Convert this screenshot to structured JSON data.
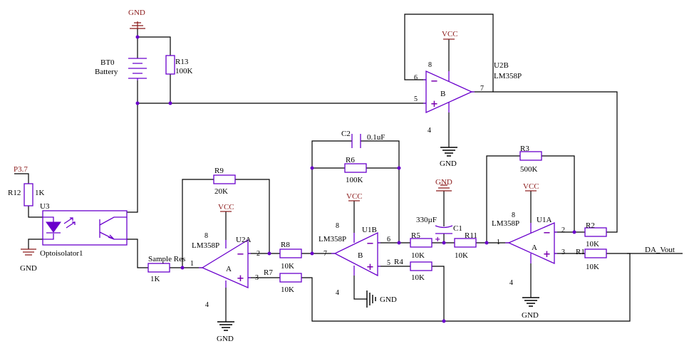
{
  "title": "",
  "colors": {
    "wire": "#000000",
    "component": "#6a00cc",
    "power_label": "#8b1a1a",
    "background": "#ffffff"
  },
  "power": {
    "gnd": "GND",
    "vcc": "VCC",
    "p37": "P3.7"
  },
  "battery": {
    "ref": "BT0",
    "value": "Battery"
  },
  "r13": {
    "ref": "R13",
    "value": "100K"
  },
  "r12": {
    "ref": "R12",
    "value": "1K"
  },
  "u3": {
    "ref": "U3",
    "name": "Optoisolator1"
  },
  "sample": {
    "ref": "Sample Res",
    "value": "1K"
  },
  "r9": {
    "ref": "R9",
    "value": "20K"
  },
  "r8": {
    "ref": "R8",
    "value": "10K"
  },
  "r7": {
    "ref": "R7",
    "value": "10K"
  },
  "r6": {
    "ref": "R6",
    "value": "100K"
  },
  "c2": {
    "ref": "C2",
    "value": "0.1uF"
  },
  "r5": {
    "ref": "R5",
    "value": "10K"
  },
  "r4": {
    "ref": "R4",
    "value": "10K"
  },
  "c1": {
    "ref": "C1",
    "value": "330µF"
  },
  "r11": {
    "ref": "R11",
    "value": "10K"
  },
  "r3": {
    "ref": "R3",
    "value": "500K"
  },
  "r2": {
    "ref": "R2",
    "value": "10K"
  },
  "r1": {
    "ref": "R1",
    "value": "10K"
  },
  "u2a": {
    "ref": "U2A",
    "part": "LM358P",
    "unit": "A"
  },
  "u1b": {
    "ref": "U1B",
    "part": "LM358P",
    "unit": "B"
  },
  "u1a": {
    "ref": "U1A",
    "part": "LM358P",
    "unit": "A"
  },
  "u2b": {
    "ref": "U2B",
    "part": "LM358P",
    "unit": "B"
  },
  "pins": {
    "p1": "1",
    "p2": "2",
    "p3": "3",
    "p4": "4",
    "p5": "5",
    "p6": "6",
    "p7": "7",
    "p8": "8"
  },
  "symbols": {
    "minus": "−",
    "plus": "+"
  },
  "output": {
    "net": "DA_Vout"
  }
}
